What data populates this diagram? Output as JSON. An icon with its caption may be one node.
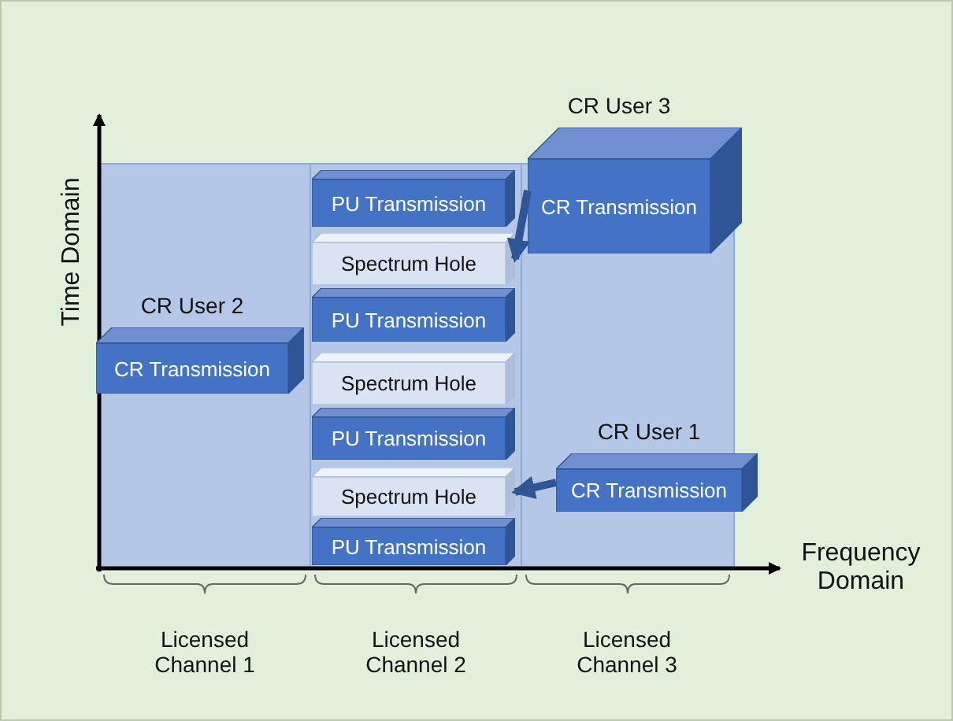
{
  "diagram": {
    "nodes": [
      {
        "text": [
          "CR Transmission"
        ],
        "beside": [
          "CR User 3"
        ]
      },
      {
        "text": [
          "PU Transmission"
        ]
      },
      {
        "text": [
          "Spectrum Hole"
        ]
      },
      {
        "text": [
          "CR Transmission"
        ],
        "beside": [
          "CR User 2"
        ]
      },
      {
        "text": [
          "PU Transmission"
        ]
      },
      {
        "text": [
          "Spectrum Hole"
        ]
      },
      {
        "text": [
          "PU Transmission"
        ]
      },
      {
        "text": [
          "CR Transmission"
        ],
        "beside": [
          "CR User 1"
        ]
      },
      {
        "text": [
          "Spectrum Hole"
        ]
      },
      {
        "text": [
          "PU Transmission"
        ]
      }
    ],
    "edges": [
      {
        "from": 0,
        "to": 2,
        "arrow": "to"
      },
      {
        "from": 7,
        "to": 8,
        "arrow": "to"
      }
    ],
    "labels": [
      "Time Domain",
      "Frequency Domain",
      "Licensed Channel 1",
      "Licensed Channel 2",
      "Licensed Channel 3"
    ]
  }
}
